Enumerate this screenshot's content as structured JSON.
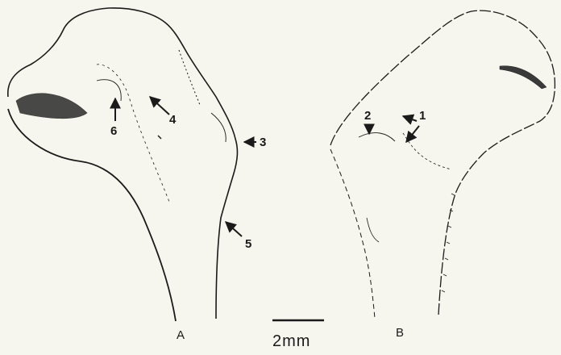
{
  "figure": {
    "panels": [
      {
        "label": "A"
      },
      {
        "label": "B"
      }
    ],
    "callouts": {
      "c1": "1",
      "c2": "2",
      "c3": "3",
      "c4": "4",
      "c5": "5",
      "c6": "6"
    },
    "scale_bar": {
      "label": "2mm"
    }
  },
  "colors": {
    "background": "#f6f6ee",
    "ink": "#1a1a1a"
  }
}
